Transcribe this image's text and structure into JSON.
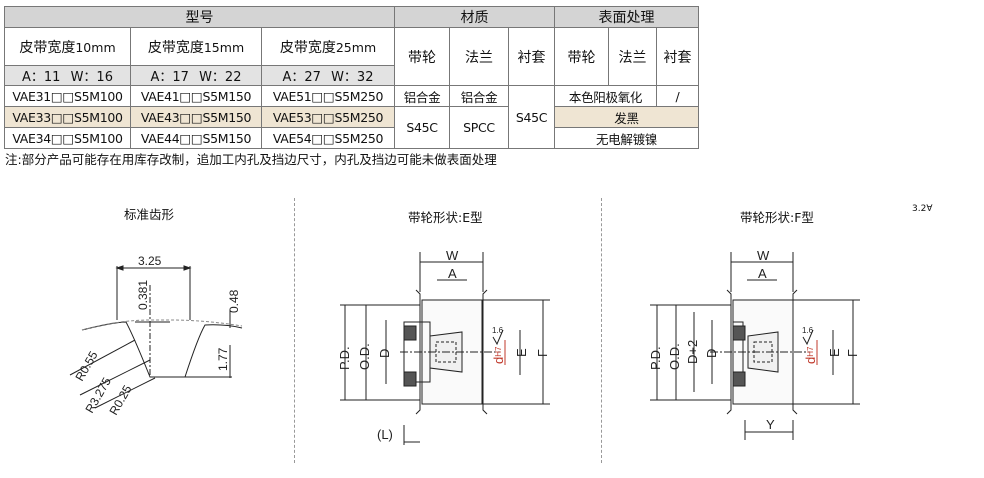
{
  "table": {
    "header": {
      "model": "型号",
      "material": "材质",
      "surface": "表面处理"
    },
    "widths": [
      {
        "label": "皮带宽度",
        "size": "10mm",
        "ab": "A：11 W：16"
      },
      {
        "label": "皮带宽度",
        "size": "15mm",
        "ab": "A：17 W：22"
      },
      {
        "label": "皮带宽度",
        "size": "25mm",
        "ab": "A：27 W：32"
      }
    ],
    "material_cols": [
      "带轮",
      "法兰",
      "衬套"
    ],
    "surface_cols": [
      "带轮",
      "法兰",
      "衬套"
    ],
    "models": [
      [
        "VAE31□□S5M100",
        "VAE41□□S5M150",
        "VAE51□□S5M250"
      ],
      [
        "VAE33□□S5M100",
        "VAE43□□S5M150",
        "VAE53□□S5M250"
      ],
      [
        "VAE34□□S5M100",
        "VAE44□□S5M150",
        "VAE54□□S5M250"
      ]
    ],
    "materials": {
      "pulley_row1": "铝合金",
      "flange_row1": "铝合金",
      "pulley_row23": "S45C",
      "flange_row23": "SPCC",
      "bushing": "S45C"
    },
    "finishes": {
      "row1": "本色阳极氧化",
      "row1_bushing": "/",
      "row2": "发黑",
      "row3": "无电解镀镍"
    }
  },
  "note": "注:部分产品可能存在用库存改制，追加工内孔及挡边尺寸，内孔及挡边可能未做表面处理",
  "figures": {
    "tooth": {
      "title": "标准齿形",
      "dims": [
        "3.25",
        "0.381",
        "0.48",
        "1.77",
        "R0.55",
        "R3.275",
        "R0.25"
      ]
    },
    "type_e": {
      "title": "带轮形状:E型",
      "labels": {
        "W": "W",
        "A": "A",
        "PD": "P.D.",
        "OD": "O.D.",
        "D": "D",
        "d": "d",
        "dtol": "H7",
        "E": "E",
        "F": "F",
        "L": "(L)",
        "rough": "1.6"
      }
    },
    "type_f": {
      "title": "带轮形状:F型",
      "labels": {
        "W": "W",
        "A": "A",
        "PD": "P.D.",
        "OD": "O.D.",
        "D2": "D+2",
        "D": "D",
        "d": "d",
        "dtol": "H7",
        "E": "E",
        "F": "F",
        "Y": "Y",
        "rough": "1.6"
      }
    },
    "roughness_mark": "3.2"
  }
}
